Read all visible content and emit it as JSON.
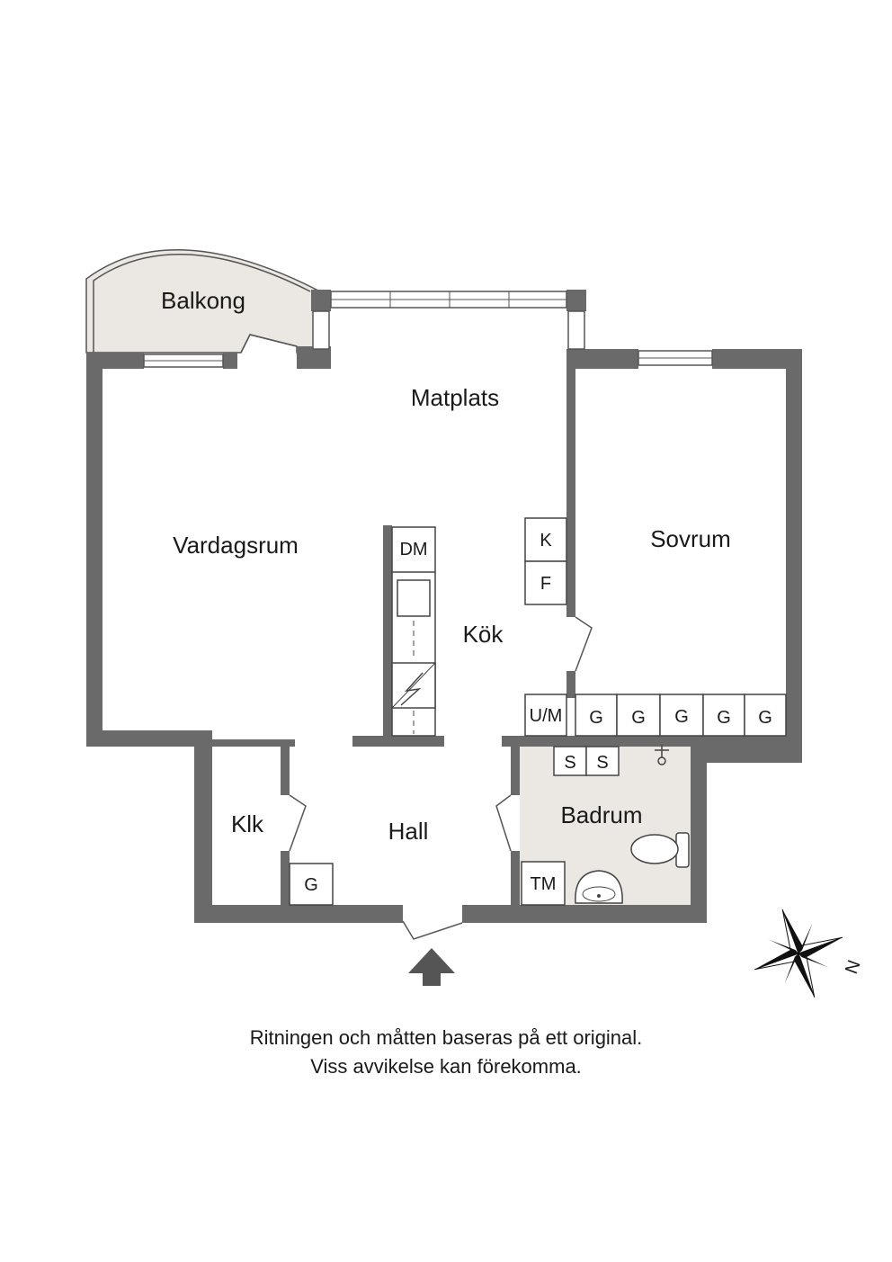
{
  "rooms": {
    "balkong": "Balkong",
    "matplats": "Matplats",
    "vardagsrum": "Vardagsrum",
    "sovrum": "Sovrum",
    "kok": "Kök",
    "hall": "Hall",
    "klk": "Klk",
    "badrum": "Badrum"
  },
  "fixtures": {
    "dm": "DM",
    "k": "K",
    "f": "F",
    "um": "U/M",
    "g": "G",
    "s": "S",
    "tm": "TM"
  },
  "colors": {
    "wall": "#6a6a6a",
    "wet_room_floor": "#ebe7e3",
    "balcony_floor": "#ebe7e3"
  },
  "compass_icon": "compass-rose-icon",
  "compass_letter": "N",
  "entrance_icon": "arrow-up-icon",
  "disclaimer": {
    "line1": "Ritningen och måtten baseras på ett original.",
    "line2": "Viss avvikelse kan förekomma."
  }
}
